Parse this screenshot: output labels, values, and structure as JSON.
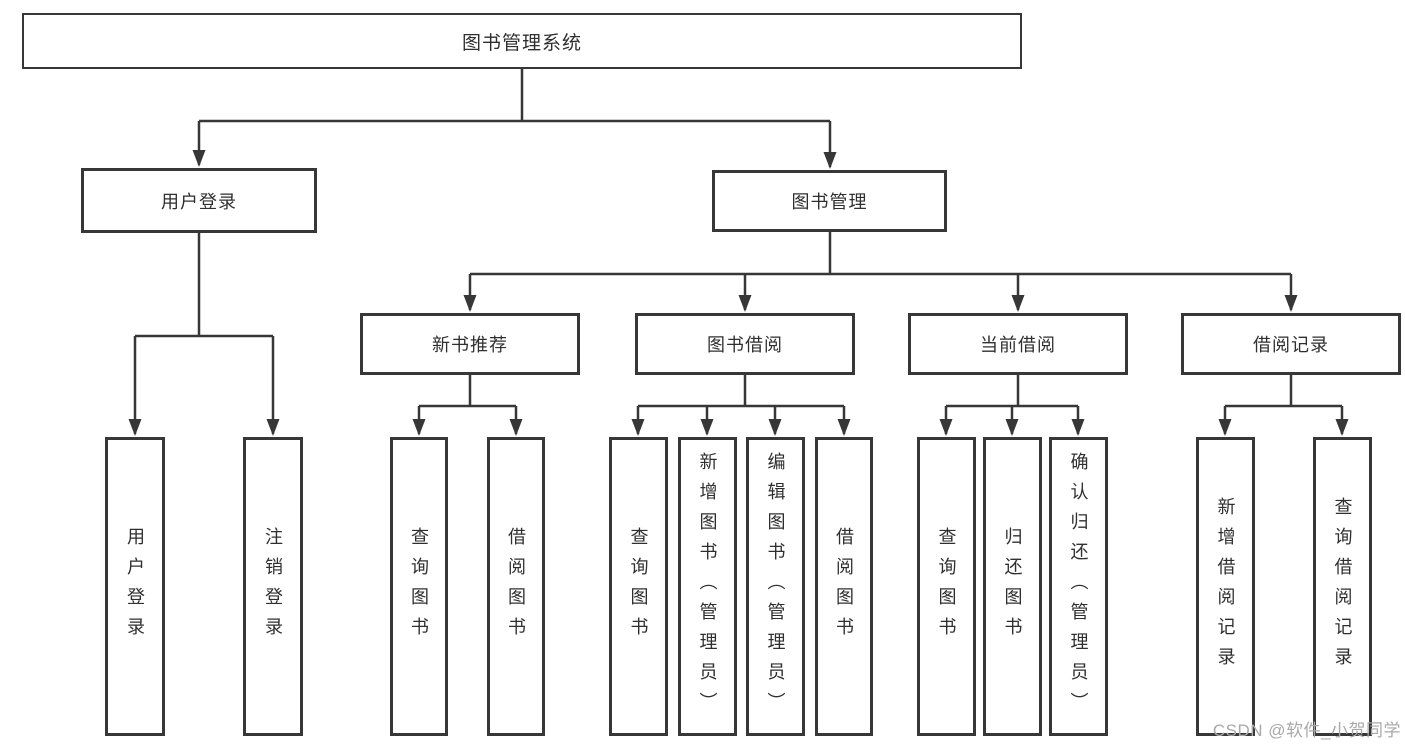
{
  "diagram_type": "hierarchy-tree",
  "colors": {
    "line": "#373737",
    "box_border": "#373737",
    "box_background": "#ffffff",
    "text": "#2f2f2f",
    "watermark": "#a9a9a9",
    "page_background": "#ffffff"
  },
  "tree": {
    "root": {
      "label": "图书管理系统",
      "children": [
        {
          "label": "用户登录",
          "children": [
            {
              "label": "用户登录"
            },
            {
              "label": "注销登录"
            }
          ]
        },
        {
          "label": "图书管理",
          "children": [
            {
              "label": "新书推荐",
              "children": [
                {
                  "label": "查询图书"
                },
                {
                  "label": "借阅图书"
                }
              ]
            },
            {
              "label": "图书借阅",
              "children": [
                {
                  "label": "查询图书"
                },
                {
                  "label": "新增图书（管理员）"
                },
                {
                  "label": "编辑图书（管理员）"
                },
                {
                  "label": "借阅图书"
                }
              ]
            },
            {
              "label": "当前借阅",
              "children": [
                {
                  "label": "查询图书"
                },
                {
                  "label": "归还图书"
                },
                {
                  "label": "确认归还（管理员）"
                }
              ]
            },
            {
              "label": "借阅记录",
              "children": [
                {
                  "label": "新增借阅记录"
                },
                {
                  "label": "查询借阅记录"
                }
              ]
            }
          ]
        }
      ]
    }
  },
  "watermark": {
    "text": "CSDN @软件_小贺同学"
  }
}
